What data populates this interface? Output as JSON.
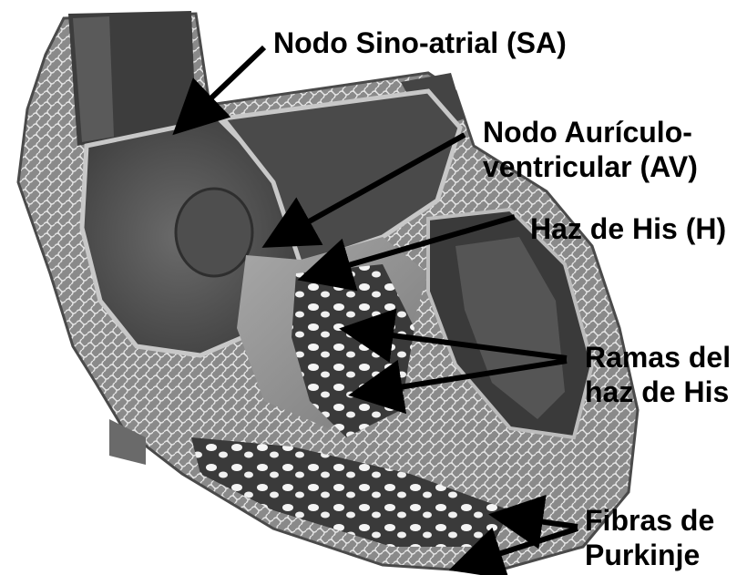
{
  "labels": {
    "sa_node": "Nodo Sino-atrial (SA)",
    "av_node_line1": "Nodo Aurículo-",
    "av_node_line2": "ventricular (AV)",
    "his_bundle": "Haz de His (H)",
    "his_branches_line1": "Ramas del",
    "his_branches_line2": "haz de His",
    "purkinje_line1": "Fibras de",
    "purkinje_line2": "Purkinje"
  },
  "colors": {
    "background": "#ffffff",
    "text": "#000000",
    "arrow": "#000000"
  }
}
